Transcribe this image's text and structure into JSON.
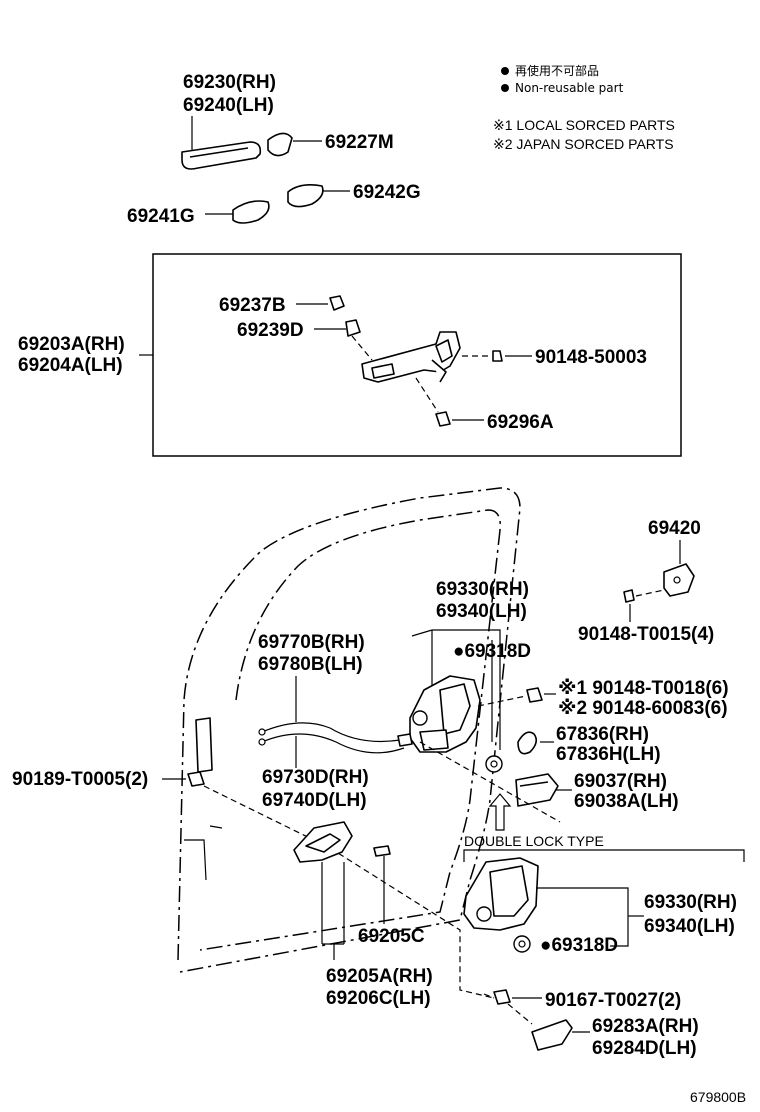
{
  "legend": {
    "reusable_jp": "再使用不可部品",
    "reusable_en": "Non-reusable part",
    "note1": "※1 LOCAL SORCED PARTS",
    "note2": "※2 JAPAN SORCED PARTS"
  },
  "parts": {
    "p69230": "69230(RH)",
    "p69240": "69240(LH)",
    "p69227M": "69227M",
    "p69241G": "69241G",
    "p69242G": "69242G",
    "p69237B": "69237B",
    "p69239D": "69239D",
    "p69203A": "69203A(RH)",
    "p69204A": "69204A(LH)",
    "p90148_50003": "90148-50003",
    "p69296A": "69296A",
    "p69420": "69420",
    "p90148_T0015": "90148-T0015(4)",
    "p69330": "69330(RH)",
    "p69340": "69340(LH)",
    "p69318D": "●69318D",
    "p69770B": "69770B(RH)",
    "p69780B": "69780B(LH)",
    "p90148_T0018": "※1 90148-T0018(6)",
    "p90148_60083": "※2 90148-60083(6)",
    "p67836_rh": "67836(RH)",
    "p67836H": "67836H(LH)",
    "p69730D": "69730D(RH)",
    "p69740D": "69740D(LH)",
    "p69037": "69037(RH)",
    "p69038A": "69038A(LH)",
    "p90189": "90189-T0005(2)",
    "double_lock": "DOUBLE LOCK TYPE",
    "p69330_b": "69330(RH)",
    "p69340_b": "69340(LH)",
    "p69318D_b": "●69318D",
    "p69205C": "69205C",
    "p69205A": "69205A(RH)",
    "p69206C": "69206C(LH)",
    "p90167": "90167-T0027(2)",
    "p69283A": "69283A(RH)",
    "p69284D": "69284D(LH)"
  },
  "footer": {
    "drawing_id": "679800B"
  }
}
